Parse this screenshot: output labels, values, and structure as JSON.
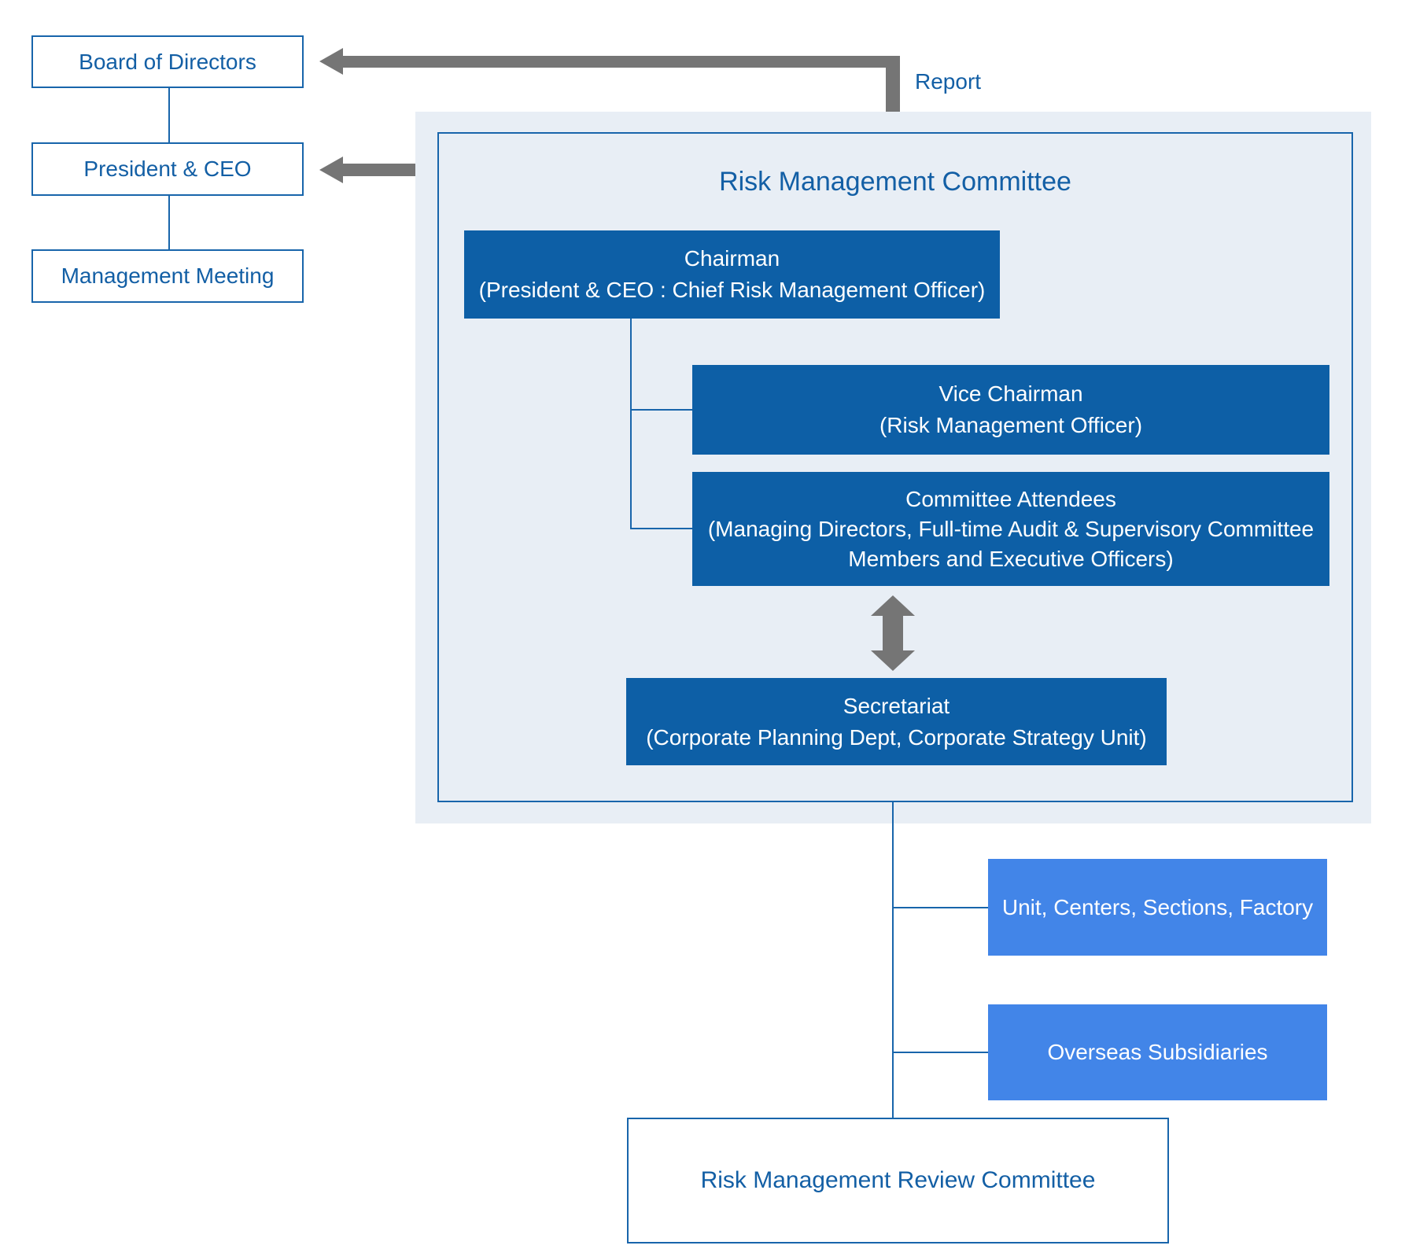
{
  "colors": {
    "dark_box": "#0d5fa6",
    "bright_box": "#4285e8",
    "panel_bg": "#e8eef5",
    "line_blue": "#1865ab",
    "text_blue": "#135fa5",
    "arrow_gray": "#757575"
  },
  "left_column": {
    "boxes": [
      {
        "label": "Board of Directors"
      },
      {
        "label": "President & CEO"
      },
      {
        "label": "Management Meeting"
      }
    ]
  },
  "arrows": {
    "report_label": "Report"
  },
  "panel": {
    "title": "Risk Management Committee",
    "chairman": {
      "lines": [
        "Chairman",
        "(President & CEO : Chief Risk Management Officer)"
      ]
    },
    "vice_chairman": {
      "lines": [
        "Vice Chairman",
        "(Risk Management Officer)"
      ]
    },
    "committee_attendees": {
      "lines": [
        "Committee Attendees",
        "(Managing Directors, Full-time Audit & Supervisory Committee",
        "Members and Executive Officers)"
      ]
    },
    "secretariat": {
      "lines": [
        "Secretariat",
        "(Corporate Planning Dept, Corporate Strategy Unit)"
      ]
    }
  },
  "subordinates": [
    {
      "label": "Unit, Centers, Sections, Factory"
    },
    {
      "label": "Overseas Subsidiaries"
    }
  ],
  "review_committee": {
    "label": "Risk Management Review Committee"
  }
}
